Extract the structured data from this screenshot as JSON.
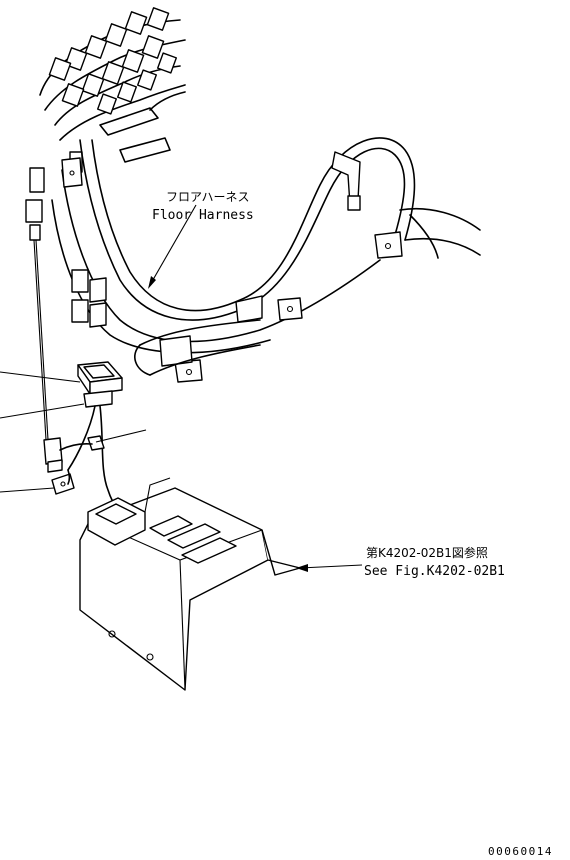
{
  "labels": {
    "floor_harness_jp": "フロアハーネス",
    "floor_harness_en": "Floor Harness",
    "reference_jp": "第K4202-02B1図参照",
    "reference_en": "See Fig.K4202-02B1"
  },
  "figure_number": "00060014"
}
